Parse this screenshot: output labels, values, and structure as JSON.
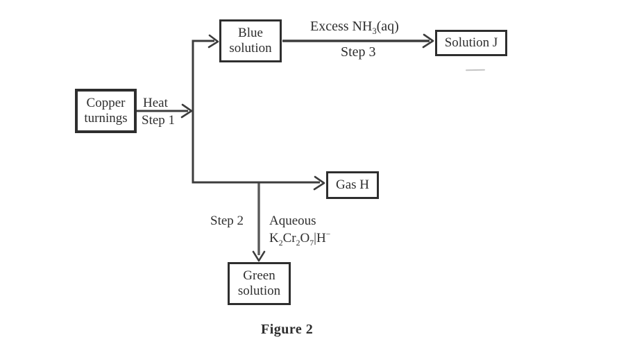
{
  "colors": {
    "ink": "#2e2e2e",
    "line": "#3c3c3c",
    "paper": "#ffffff",
    "faint_mark": "#b5b5b5"
  },
  "boxes": {
    "copper_turnings": {
      "line1": "Copper",
      "line2": "turnings"
    },
    "blue_solution": {
      "line1": "Blue",
      "line2": "solution"
    },
    "solution_j": {
      "label": "Solution J"
    },
    "gas_h": {
      "label": "Gas H"
    },
    "green_solution": {
      "line1": "Green",
      "line2": "solution"
    }
  },
  "labels": {
    "heat": "Heat",
    "step1": "Step 1",
    "excess_nh3": [
      {
        "t": "Excess NH"
      },
      {
        "sub": "3"
      },
      {
        "t": "(aq)"
      }
    ],
    "step3": "Step 3",
    "step2": "Step 2",
    "aqueous": "Aqueous",
    "dichromate": [
      {
        "t": "K"
      },
      {
        "sub": "2"
      },
      {
        "t": "Cr"
      },
      {
        "sub": "2"
      },
      {
        "t": "O"
      },
      {
        "sub": "7"
      },
      {
        "t": "|H"
      },
      {
        "sup": "−"
      }
    ]
  },
  "caption": "Figure 2"
}
